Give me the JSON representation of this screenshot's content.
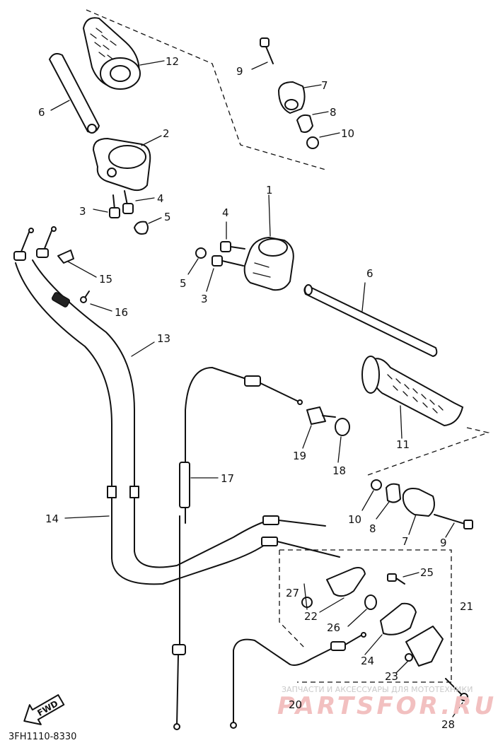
{
  "diagram": {
    "labels": [
      {
        "id": "c12",
        "text": "12"
      },
      {
        "id": "c9a",
        "text": "9"
      },
      {
        "id": "c7a",
        "text": "7"
      },
      {
        "id": "c8a",
        "text": "8"
      },
      {
        "id": "c10a",
        "text": "10"
      },
      {
        "id": "c6a",
        "text": "6"
      },
      {
        "id": "c2",
        "text": "2"
      },
      {
        "id": "c3a",
        "text": "3"
      },
      {
        "id": "c4a",
        "text": "4"
      },
      {
        "id": "c5a",
        "text": "5"
      },
      {
        "id": "c1",
        "text": "1"
      },
      {
        "id": "c4b",
        "text": "4"
      },
      {
        "id": "c5b",
        "text": "5"
      },
      {
        "id": "c3b",
        "text": "3"
      },
      {
        "id": "c6b",
        "text": "6"
      },
      {
        "id": "c15",
        "text": "15"
      },
      {
        "id": "c16",
        "text": "16"
      },
      {
        "id": "c13",
        "text": "13"
      },
      {
        "id": "c11",
        "text": "11"
      },
      {
        "id": "c19",
        "text": "19"
      },
      {
        "id": "c18",
        "text": "18"
      },
      {
        "id": "c17",
        "text": "17"
      },
      {
        "id": "c14",
        "text": "14"
      },
      {
        "id": "c10b",
        "text": "10"
      },
      {
        "id": "c8b",
        "text": "8"
      },
      {
        "id": "c7b",
        "text": "7"
      },
      {
        "id": "c9b",
        "text": "9"
      },
      {
        "id": "c27",
        "text": "27"
      },
      {
        "id": "c25",
        "text": "25"
      },
      {
        "id": "c21",
        "text": "21"
      },
      {
        "id": "c22",
        "text": "22"
      },
      {
        "id": "c26",
        "text": "26"
      },
      {
        "id": "c24",
        "text": "24"
      },
      {
        "id": "c23",
        "text": "23"
      },
      {
        "id": "c20",
        "text": "20"
      },
      {
        "id": "c28",
        "text": "28"
      }
    ],
    "fwd_label": "FWD",
    "diagram_code": "3FH1110-8330",
    "watermark_top": "ЗАПЧАСТИ И АКСЕССУАРЫ ДЛЯ МОТОТЕХНИКИ",
    "watermark_brand": "PARTSFOR.RU"
  }
}
